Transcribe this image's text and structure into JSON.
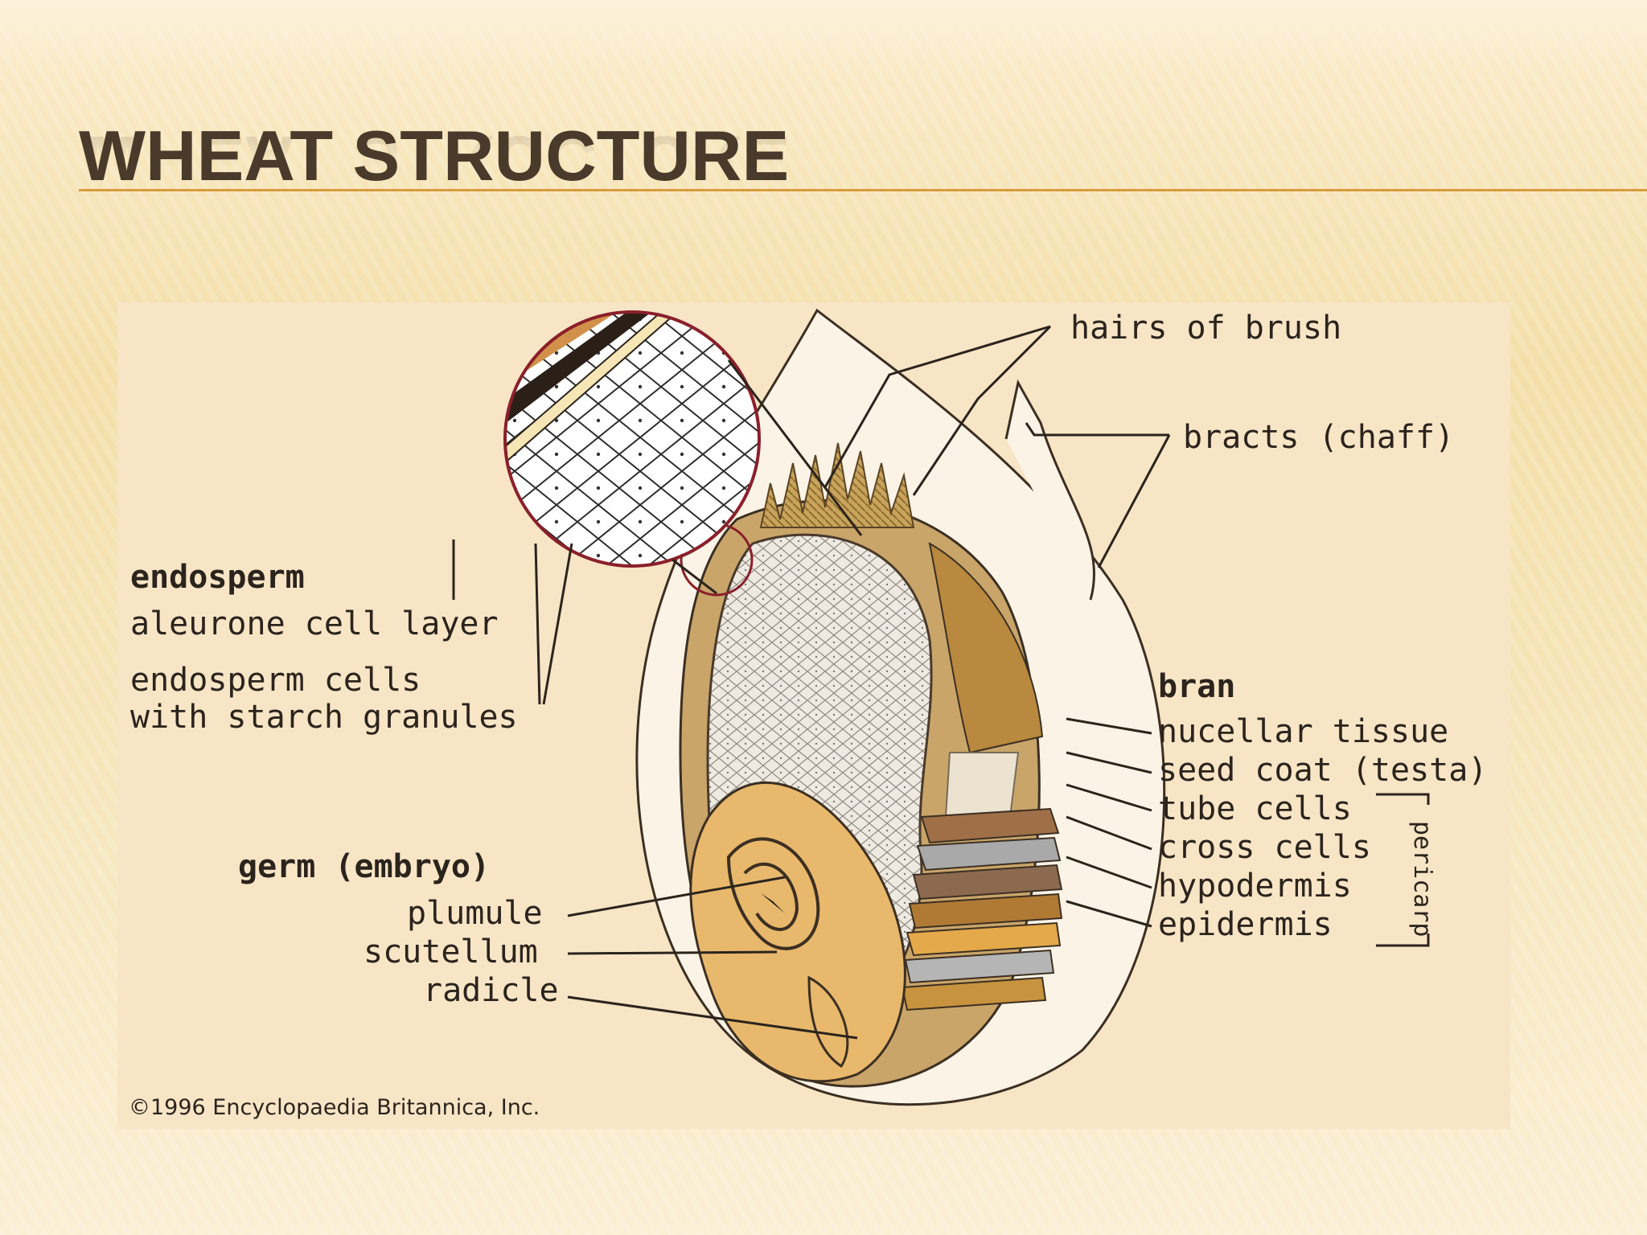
{
  "slide": {
    "title": "WHEAT STRUCTURE"
  },
  "diagram": {
    "labels": {
      "hairs_of_brush": "hairs of brush",
      "bracts_chaff": "bracts (chaff)",
      "endosperm_heading": "endosperm",
      "aleurone_cell_layer": "aleurone cell layer",
      "endosperm_cells_line1": "endosperm cells",
      "endosperm_cells_line2": "with starch granules",
      "bran_heading": "bran",
      "nucellar_tissue": "nucellar tissue",
      "seed_coat": "seed coat (testa)",
      "tube_cells": "tube cells",
      "cross_cells": "cross cells",
      "hypodermis": "hypodermis",
      "epidermis": "epidermis",
      "pericarp": "pericarp",
      "germ_heading": "germ (embryo)",
      "plumule": "plumule",
      "scutellum": "scutellum",
      "radicle": "radicle"
    },
    "copyright": "©1996 Encyclopaedia Britannica, Inc."
  },
  "colors": {
    "title": "#4a3a2b",
    "accent_rule": "#d99c3c",
    "panel_background": "#f8e5c6",
    "bran_brown": "#a57a3a",
    "germ_tan": "#e8b86c"
  }
}
